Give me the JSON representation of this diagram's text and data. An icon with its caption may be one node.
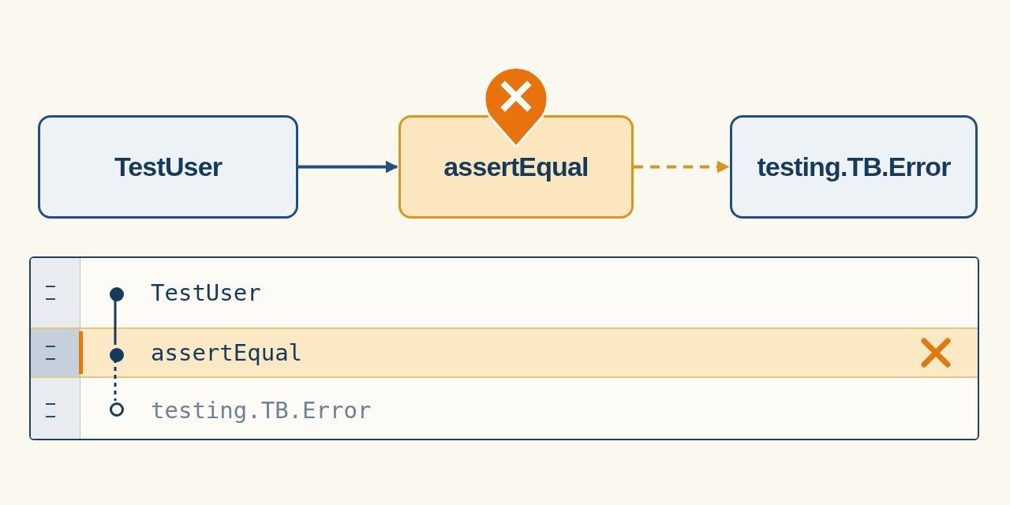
{
  "diagram": {
    "nodes": [
      {
        "text": [
          "TestUser"
        ]
      },
      {
        "text": [
          "assertEqual"
        ]
      },
      {
        "text": [
          "testing.TB.Error"
        ]
      },
      {
        "text": [],
        "shape": "box"
      },
      {
        "text": [
          "TestUser"
        ],
        "in": 3
      },
      {
        "text": [],
        "shape": "circle",
        "in": 4
      },
      {
        "text": [
          "assertEqual"
        ],
        "in": 3
      },
      {
        "text": [],
        "shape": "circle",
        "in": 6
      },
      {
        "text": [
          "testing.TB.Error"
        ],
        "in": 3
      },
      {
        "text": [],
        "shape": "circle",
        "in": 8
      }
    ],
    "edges": [
      {
        "from": 0,
        "to": 1,
        "arrow": "to"
      },
      {
        "from": 1,
        "to": 2,
        "arrow": "to",
        "style": "dashed",
        "color": "#d9961f"
      },
      {
        "from": 5,
        "to": 7,
        "arrow": "none"
      },
      {
        "from": 7,
        "to": 9,
        "arrow": "none",
        "style": "dashed"
      }
    ]
  }
}
